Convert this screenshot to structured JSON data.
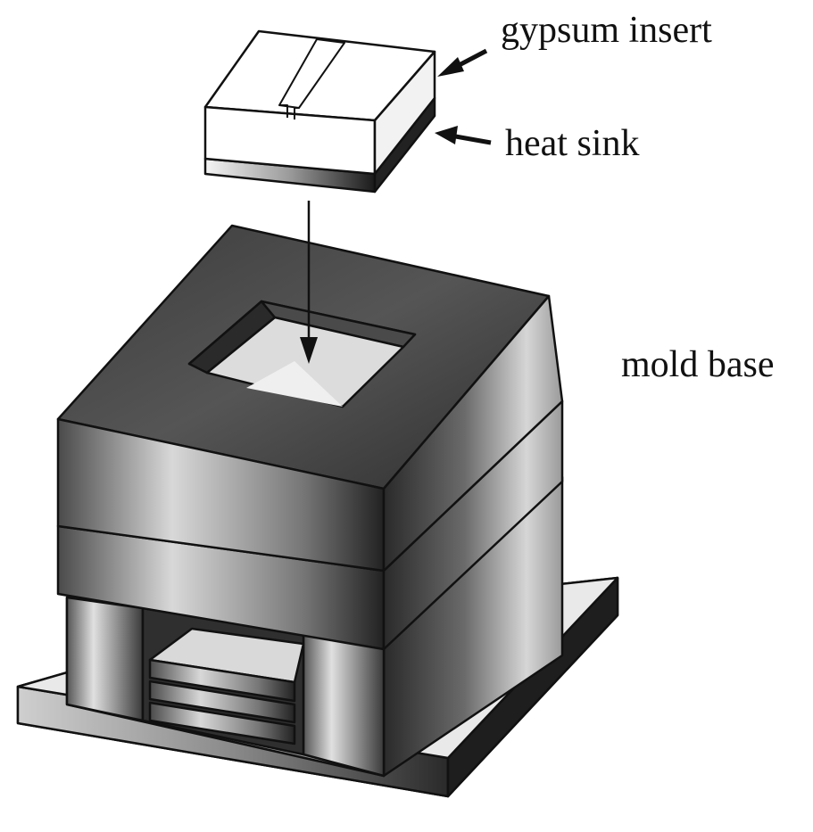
{
  "diagram": {
    "labels": {
      "gypsum_insert": "gypsum insert",
      "heat_sink": "heat sink",
      "mold_base": "mold base"
    }
  }
}
